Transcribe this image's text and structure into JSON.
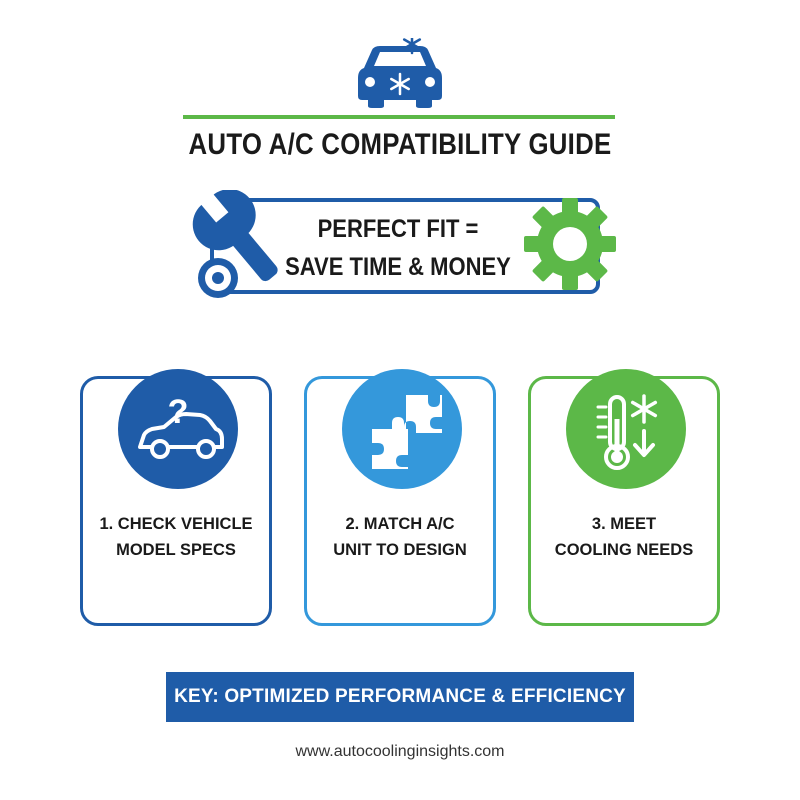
{
  "colors": {
    "dark_blue": "#1f5ca8",
    "light_blue": "#3498db",
    "green": "#5cb848",
    "text": "#1a1a1a"
  },
  "header": {
    "logo_icon": "car-snowflake-icon",
    "title": "AUTO A/C COMPATIBILITY GUIDE"
  },
  "banner": {
    "line1": "PERFECT FIT =",
    "line2": "SAVE TIME & MONEY",
    "left_icon": "wrench-icon",
    "right_icon": "gear-icon"
  },
  "steps": [
    {
      "icon": "car-question-icon",
      "line1": "1. CHECK VEHICLE",
      "line2": "MODEL SPECS"
    },
    {
      "icon": "puzzle-icon",
      "line1": "2. MATCH A/C",
      "line2": "UNIT TO DESIGN"
    },
    {
      "icon": "thermometer-snowflake-icon",
      "line1": "3. MEET",
      "line2": "COOLING NEEDS"
    }
  ],
  "key_bar": "KEY: OPTIMIZED PERFORMANCE & EFFICIENCY",
  "website": "www.autocoolinginsights.com"
}
